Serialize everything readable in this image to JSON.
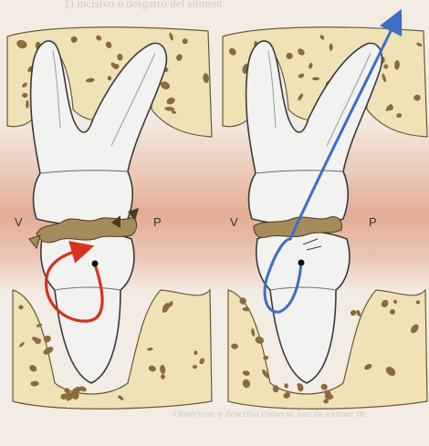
{
  "figure": {
    "left_panel": {
      "label_vestibular": "V",
      "label_palatal": "P"
    },
    "right_panel": {
      "label_vestibular": "V",
      "label_palatal": "P"
    },
    "see_through_text": {
      "top": "1) incisivo o desgarro del silment",
      "bottom": "Obsérvese y describa cómo se han de extraer de"
    },
    "colors": {
      "bone": "#efe2b6",
      "bone_spot": "#8b6a3c",
      "tooth": "#f2f2f0",
      "tooth_outline": "#3b3b3b",
      "crushed_fragment": "#a58a5a",
      "path_red": "#d8321e",
      "path_blue": "#3c6ec8",
      "band": "#e7b9a3"
    }
  }
}
